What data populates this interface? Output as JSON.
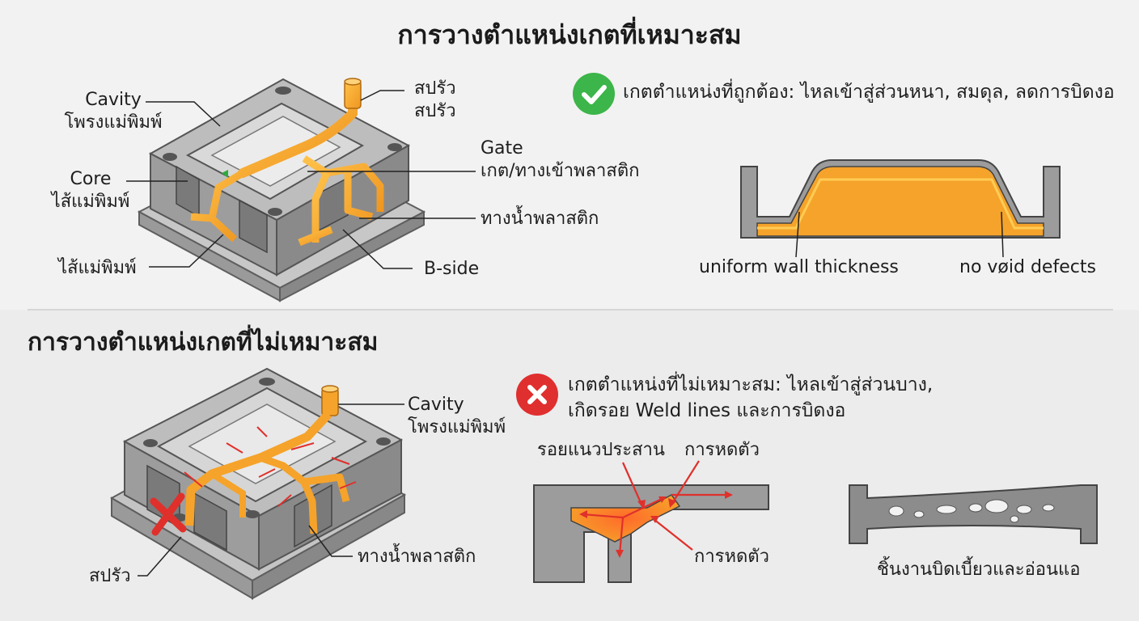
{
  "good": {
    "title": "การวางตำแหน่งเกตที่เหมาะสม",
    "status_text": "เกตตำแหน่งที่ถูกต้อง: ไหลเข้าสู่ส่วนหนา, สมดุล, ลดการบิดงอ",
    "status_color": "#3cb54a",
    "mold_labels": {
      "cavity_en": "Cavity",
      "cavity_th": "โพรงแม่พิมพ์",
      "core_en": "Core",
      "core_th": "ไส้แม่พิมพ์",
      "core_th_bottom": "ไส้แม่พิมพ์",
      "sprue_1": "สปรัว",
      "sprue_2": "สปรัว",
      "gate_en": "Gate",
      "gate_th": "เกต/ทางเข้าพลาสติก",
      "runner_th": "ทางน้ำพลาสติก",
      "bside": "B-side"
    },
    "section_labels": {
      "uniform": "uniform wall thickness",
      "no_void": "no vøid defects"
    }
  },
  "bad": {
    "title": "การวางตำแหน่งเกตที่ไม่เหมาะสม",
    "status_line1": "เกตตำแหน่งที่ไม่เหมาะสม: ไหลเข้าสู่ส่วนบาง,",
    "status_line2": "เกิดรอย Weld lines และการบิดงอ",
    "status_color": "#e02f2f",
    "mold_labels": {
      "cavity_en": "Cavity",
      "cavity_th": "โพรงแม่พิมพ์",
      "runner_th": "ทางน้ำพลาสติก",
      "sprue": "สปรัว"
    },
    "section_labels": {
      "weld_line": "รอยแนวประสาน",
      "shrink_top": "การหดตัว",
      "shrink_bottom": "การหดตัว",
      "warped": "ชิ้นงานบิดเบี้ยวและอ่อนแอ"
    }
  },
  "colors": {
    "mold_gray": "#a9a9a9",
    "plastic_orange": "#f4a12a",
    "arrow_red": "#e0302b"
  },
  "icons": [
    "checkmark-icon",
    "cross-icon"
  ]
}
